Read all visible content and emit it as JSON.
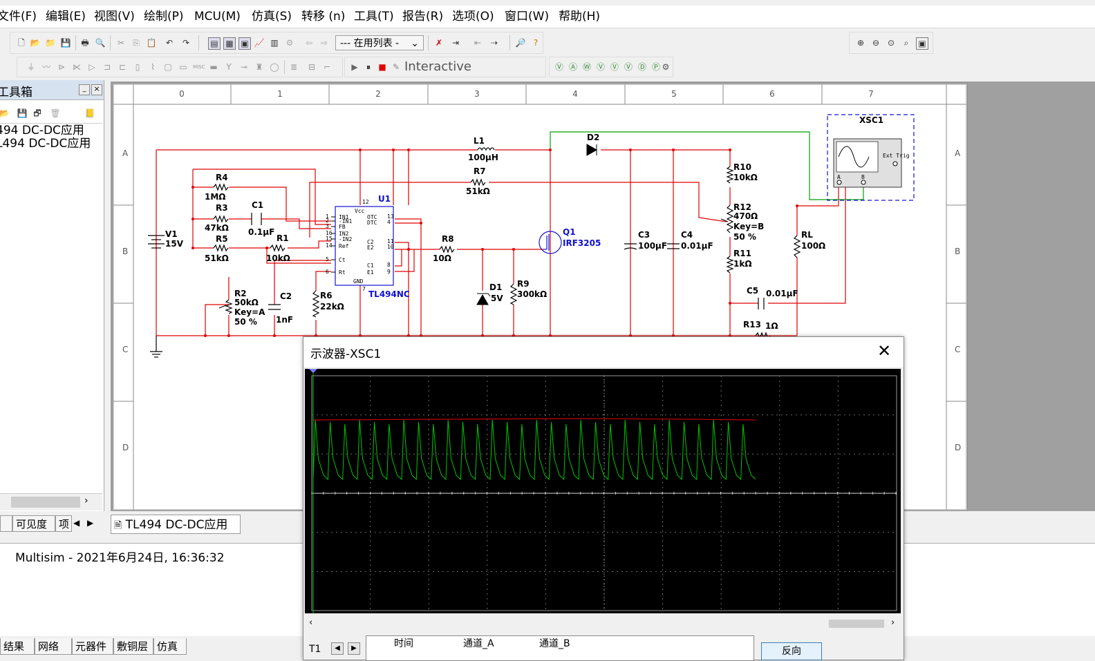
{
  "menu": [
    "文件(F)",
    "编辑(E)",
    "视图(V)",
    "绘制(P)",
    "MCU(M)",
    "仿真(S)",
    "转移 (n)",
    "工具(T)",
    "报告(R)",
    "选项(O)",
    "窗口(W)",
    "帮助(H)"
  ],
  "toolbar": {
    "in_use_list": "--- 在用列表 -",
    "interactive": "Interactive"
  },
  "left_panel": {
    "title": "工具箱",
    "tree": [
      "494 DC-DC应用",
      "L494 DC-DC应用"
    ],
    "tabs": [
      "可见度",
      "项"
    ]
  },
  "design_tab": "TL494 DC-DC应用",
  "output": {
    "log_line": "Multisim  -  2021年6月24日, 16:36:32",
    "tabs": [
      "结果",
      "网络",
      "元器件",
      "敷铜层",
      "仿真"
    ]
  },
  "schematic": {
    "col_labels": [
      "0",
      "1",
      "2",
      "3",
      "4",
      "5",
      "6",
      "7"
    ],
    "row_labels": [
      "A",
      "B",
      "C",
      "D"
    ],
    "components": {
      "L1": {
        "name": "L1",
        "value": "100µH"
      },
      "R7": {
        "name": "R7",
        "value": "51kΩ"
      },
      "D2": {
        "name": "D2"
      },
      "R4": {
        "name": "R4",
        "value": "1MΩ"
      },
      "R3": {
        "name": "R3",
        "value": "47kΩ"
      },
      "C1": {
        "name": "C1",
        "value": "0.1µF"
      },
      "R5": {
        "name": "R5",
        "value": "51kΩ"
      },
      "R1": {
        "name": "R1",
        "value": "10kΩ"
      },
      "V1": {
        "name": "V1",
        "value": "15V"
      },
      "R2": {
        "name": "R2",
        "value": "50kΩ",
        "key": "Key=A",
        "pct": "50 %"
      },
      "C2": {
        "name": "C2",
        "value": "1nF"
      },
      "R6": {
        "name": "R6",
        "value": "22kΩ"
      },
      "U1": {
        "name": "U1",
        "part": "TL494NC"
      },
      "R8": {
        "name": "R8",
        "value": "10Ω"
      },
      "D1": {
        "name": "D1",
        "value": "5V"
      },
      "R9": {
        "name": "R9",
        "value": "300kΩ"
      },
      "Q1": {
        "name": "Q1",
        "part": "IRF3205"
      },
      "C3": {
        "name": "C3",
        "value": "100µF"
      },
      "C4": {
        "name": "C4",
        "value": "0.01µF"
      },
      "R10": {
        "name": "R10",
        "value": "10kΩ"
      },
      "R12": {
        "name": "R12",
        "value": "470Ω",
        "key": "Key=B",
        "pct": "50 %"
      },
      "R11": {
        "name": "R11",
        "value": "1kΩ"
      },
      "RL": {
        "name": "RL",
        "value": "100Ω"
      },
      "C5": {
        "name": "C5",
        "value": "0.01µF"
      },
      "R13": {
        "name": "R13",
        "value": "1Ω"
      },
      "XSC1": {
        "name": "XSC1",
        "ext_trig": "Ext Trig"
      }
    },
    "u1_pins": {
      "left": [
        "IN1",
        "-IN1",
        "FB",
        "IN2",
        "-IN2",
        "Ref",
        "Ct",
        "Rt"
      ],
      "left_nums": [
        "1",
        "2",
        "3",
        "16",
        "15",
        "14",
        "5",
        "6"
      ],
      "right": [
        "OTC",
        "DTC",
        "C2",
        "E2",
        "C1",
        "E1"
      ],
      "right_nums": [
        "13",
        "4",
        "11",
        "10",
        "8",
        "9"
      ],
      "top": "Vcc",
      "top_num": "12",
      "bottom": "GND",
      "bottom_num": "7"
    }
  },
  "oscilloscope": {
    "title": "示波器-XSC1",
    "readout_headers": [
      "时间",
      "通道_A",
      "通道_B"
    ],
    "t1_label": "T1",
    "reverse_button": "反向",
    "colors": {
      "channel_a": "#00c800",
      "channel_b": "#c80000",
      "grid": "#6a6a6a"
    }
  }
}
